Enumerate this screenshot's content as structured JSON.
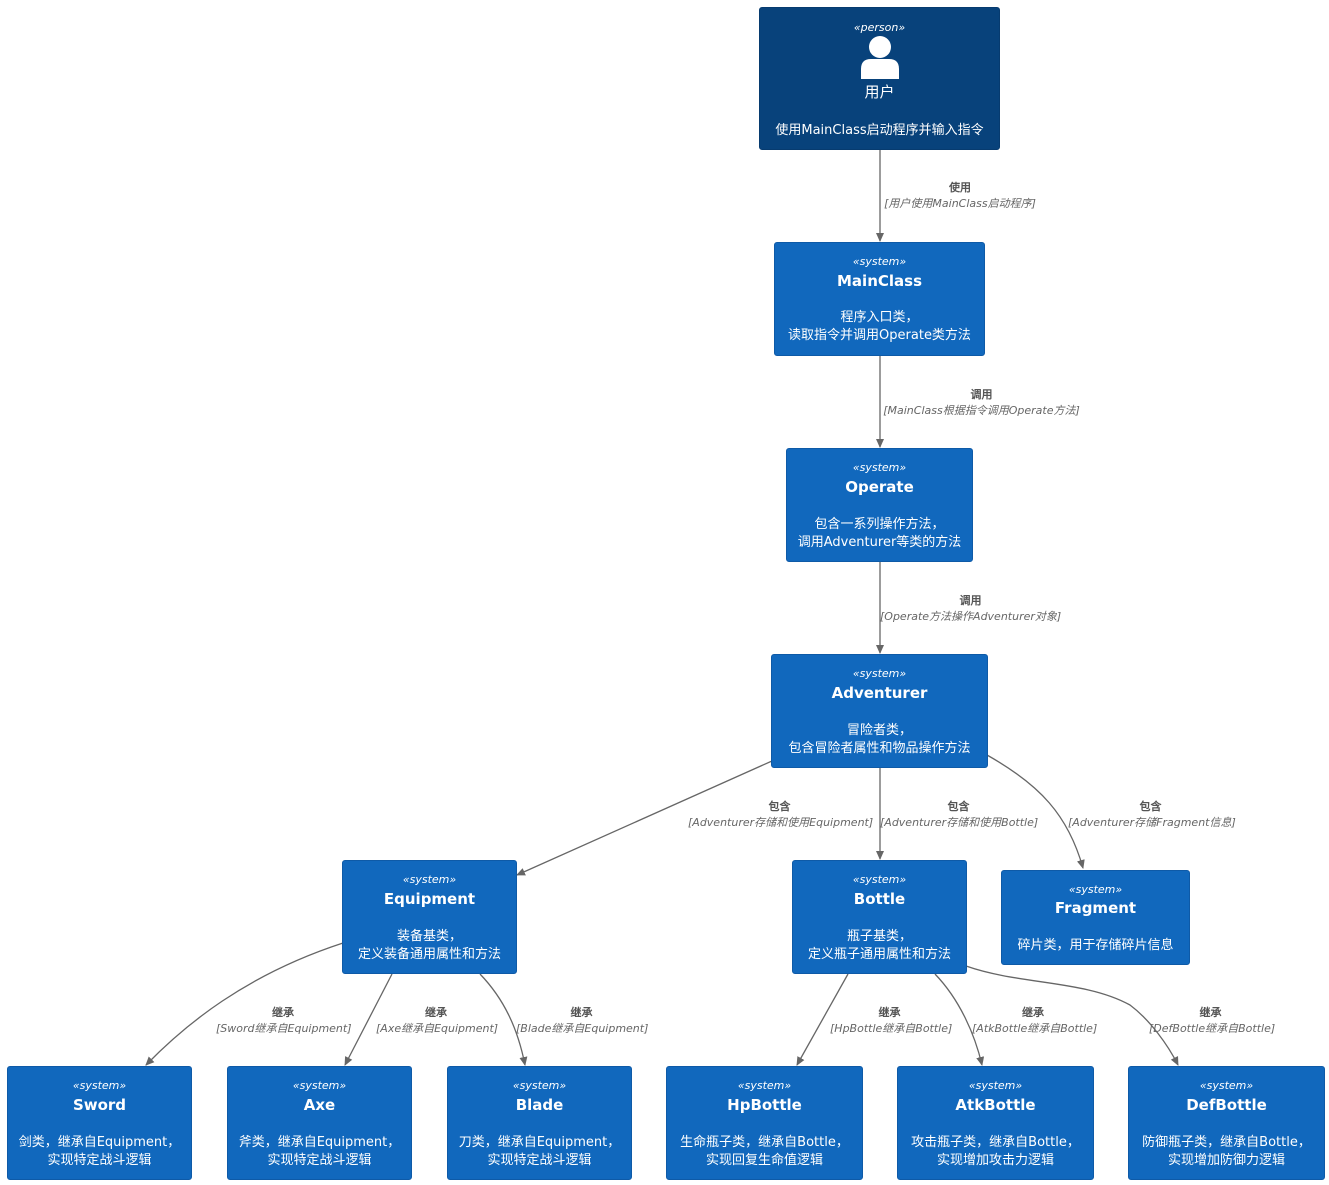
{
  "nodes": {
    "user": {
      "stereotype": "«person»",
      "name": "用户",
      "desc": [
        "使用MainClass启动程序并输入指令"
      ]
    },
    "mainclass": {
      "stereotype": "«system»",
      "name": "MainClass",
      "desc": [
        "程序入口类，",
        "读取指令并调用Operate类方法"
      ]
    },
    "operate": {
      "stereotype": "«system»",
      "name": "Operate",
      "desc": [
        "包含一系列操作方法，",
        "调用Adventurer等类的方法"
      ]
    },
    "adventurer": {
      "stereotype": "«system»",
      "name": "Adventurer",
      "desc": [
        "冒险者类，",
        "包含冒险者属性和物品操作方法"
      ]
    },
    "equipment": {
      "stereotype": "«system»",
      "name": "Equipment",
      "desc": [
        "装备基类，",
        "定义装备通用属性和方法"
      ]
    },
    "bottle": {
      "stereotype": "«system»",
      "name": "Bottle",
      "desc": [
        "瓶子基类，",
        "定义瓶子通用属性和方法"
      ]
    },
    "fragment": {
      "stereotype": "«system»",
      "name": "Fragment",
      "desc": [
        "碎片类，用于存储碎片信息"
      ]
    },
    "sword": {
      "stereotype": "«system»",
      "name": "Sword",
      "desc": [
        "剑类，继承自Equipment，",
        "实现特定战斗逻辑"
      ]
    },
    "axe": {
      "stereotype": "«system»",
      "name": "Axe",
      "desc": [
        "斧类，继承自Equipment，",
        "实现特定战斗逻辑"
      ]
    },
    "blade": {
      "stereotype": "«system»",
      "name": "Blade",
      "desc": [
        "刀类，继承自Equipment，",
        "实现特定战斗逻辑"
      ]
    },
    "hpbottle": {
      "stereotype": "«system»",
      "name": "HpBottle",
      "desc": [
        "生命瓶子类，继承自Bottle，",
        "实现回复生命值逻辑"
      ]
    },
    "atkbottle": {
      "stereotype": "«system»",
      "name": "AtkBottle",
      "desc": [
        "攻击瓶子类，继承自Bottle，",
        "实现增加攻击力逻辑"
      ]
    },
    "defbottle": {
      "stereotype": "«system»",
      "name": "DefBottle",
      "desc": [
        "防御瓶子类，继承自Bottle，",
        "实现增加防御力逻辑"
      ]
    }
  },
  "edges": [
    {
      "id": "user-mainclass",
      "label": "使用",
      "tech": "[用户使用MainClass启动程序]"
    },
    {
      "id": "mainclass-operate",
      "label": "调用",
      "tech": "[MainClass根据指令调用Operate方法]"
    },
    {
      "id": "operate-adventurer",
      "label": "调用",
      "tech": "[Operate方法操作Adventurer对象]"
    },
    {
      "id": "adventurer-equipment",
      "label": "包含",
      "tech": "[Adventurer存储和使用Equipment]"
    },
    {
      "id": "adventurer-bottle",
      "label": "包含",
      "tech": "[Adventurer存储和使用Bottle]"
    },
    {
      "id": "adventurer-fragment",
      "label": "包含",
      "tech": "[Adventurer存储Fragment信息]"
    },
    {
      "id": "equipment-sword",
      "label": "继承",
      "tech": "[Sword继承自Equipment]"
    },
    {
      "id": "equipment-axe",
      "label": "继承",
      "tech": "[Axe继承自Equipment]"
    },
    {
      "id": "equipment-blade",
      "label": "继承",
      "tech": "[Blade继承自Equipment]"
    },
    {
      "id": "bottle-hpbottle",
      "label": "继承",
      "tech": "[HpBottle继承自Bottle]"
    },
    {
      "id": "bottle-atkbottle",
      "label": "继承",
      "tech": "[AtkBottle继承自Bottle]"
    },
    {
      "id": "bottle-defbottle",
      "label": "继承",
      "tech": "[DefBottle继承自Bottle]"
    }
  ],
  "colors": {
    "system": "#1168bd",
    "person": "#08427b",
    "edge": "#666666"
  }
}
